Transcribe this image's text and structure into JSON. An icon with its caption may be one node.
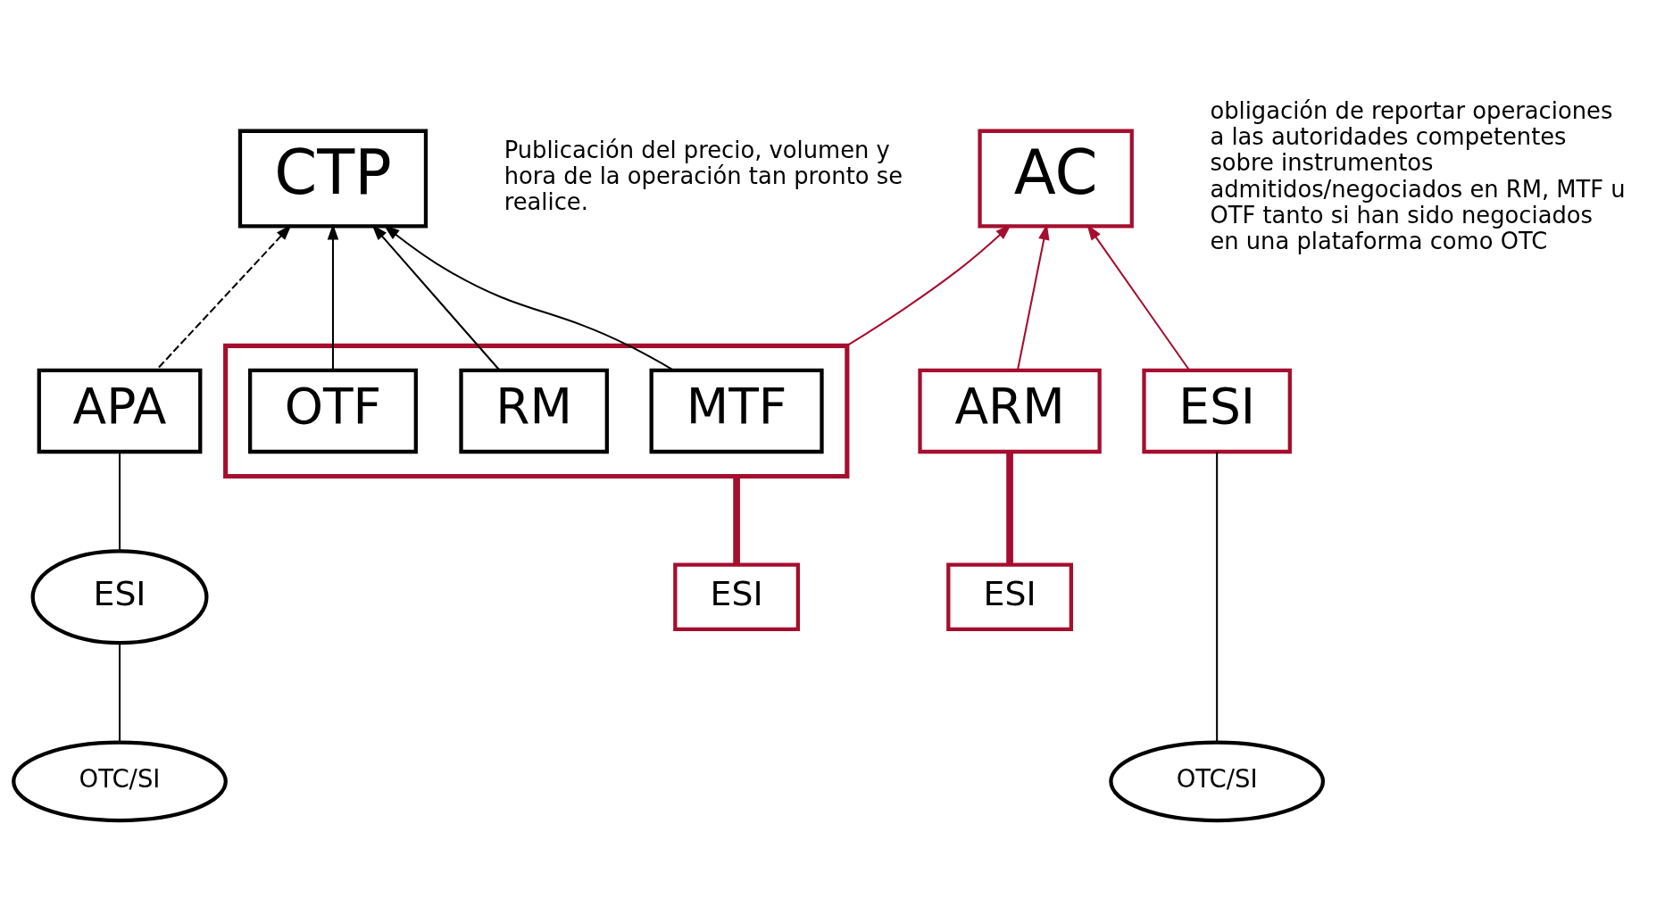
{
  "diagram": {
    "nodes": [
      {
        "text": [
          "CTP"
        ],
        "beside": [
          "Publicación del precio, volumen y hora de la operación tan pronto se realice."
        ]
      },
      {
        "text": [
          "AC"
        ],
        "beside": [
          "obligación de reportar operaciones a las autoridades competentes  sobre instrumentos admitidos/negociados en RM, MTF u OTF tanto si han sido negociados  en una plataforma como OTC"
        ]
      },
      {
        "text": [
          "APA"
        ]
      },
      {
        "text": [
          "ESI"
        ]
      },
      {
        "text": [
          "OTC/SI"
        ]
      },
      {
        "text": [],
        "shape": "box"
      },
      {
        "text": [
          "RM"
        ],
        "in": 5
      },
      {
        "text": [
          "MTF"
        ],
        "in": 5
      },
      {
        "text": [
          "OTF"
        ],
        "in": 5
      },
      {
        "text": [
          "ESI"
        ]
      },
      {
        "text": [
          "ARM"
        ]
      },
      {
        "text": [
          "ESI"
        ]
      },
      {
        "text": [
          "ESI"
        ]
      },
      {
        "text": [
          "OTC/SI"
        ]
      }
    ],
    "edges": [
      {
        "from": 2,
        "to": 0,
        "arrow": "to",
        "style": "dashed"
      },
      {
        "from": 6,
        "to": 0,
        "arrow": "to"
      },
      {
        "from": 7,
        "to": 0,
        "arrow": "to"
      },
      {
        "from": 8,
        "to": 0,
        "arrow": "to"
      },
      {
        "from": 5,
        "to": 1,
        "arrow": "to",
        "color": "#a50e2e"
      },
      {
        "from": 10,
        "to": 1,
        "arrow": "to",
        "color": "#a50e2e"
      },
      {
        "from": 11,
        "to": 1,
        "arrow": "to",
        "color": "#a50e2e"
      },
      {
        "from": 2,
        "to": 3,
        "arrow": "none"
      },
      {
        "from": 3,
        "to": 4,
        "arrow": "none"
      },
      {
        "from": 5,
        "to": 9,
        "arrow": "none",
        "style": "thick",
        "color": "#a50e2e"
      },
      {
        "from": 10,
        "to": 12,
        "arrow": "none",
        "style": "thick",
        "color": "#a50e2e"
      },
      {
        "from": 11,
        "to": 13,
        "arrow": "none"
      }
    ]
  }
}
